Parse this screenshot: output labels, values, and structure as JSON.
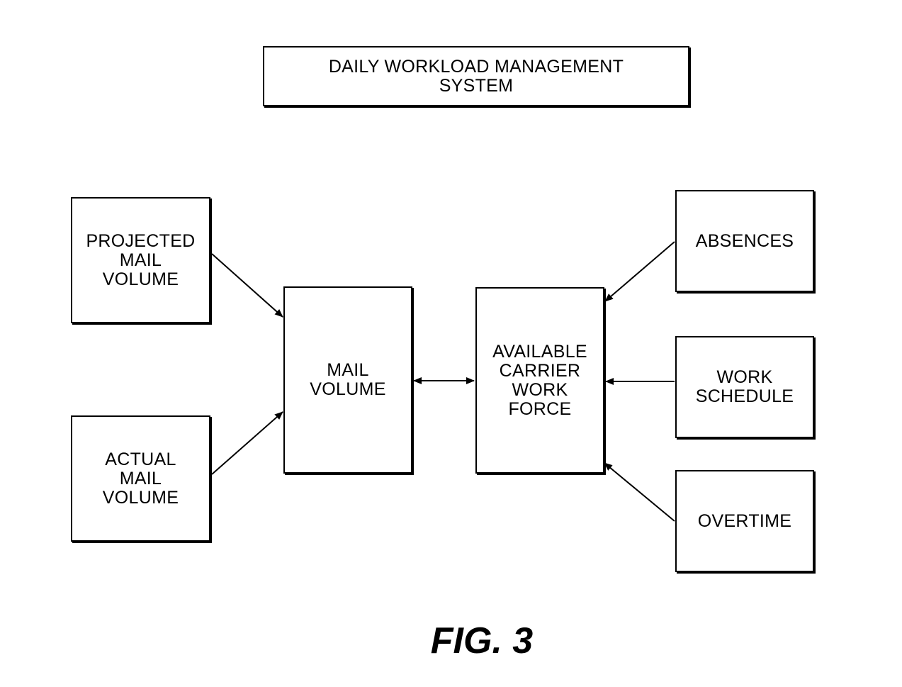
{
  "title": "DAILY WORKLOAD MANAGEMENT\nSYSTEM",
  "nodes": {
    "projected_mail_volume": "PROJECTED\nMAIL\nVOLUME",
    "actual_mail_volume": "ACTUAL\nMAIL\nVOLUME",
    "mail_volume": "MAIL\nVOLUME",
    "available_carrier_work_force": "AVAILABLE\nCARRIER\nWORK\nFORCE",
    "absences": "ABSENCES",
    "work_schedule": "WORK\nSCHEDULE",
    "overtime": "OVERTIME"
  },
  "figure_label": "FIG. 3"
}
